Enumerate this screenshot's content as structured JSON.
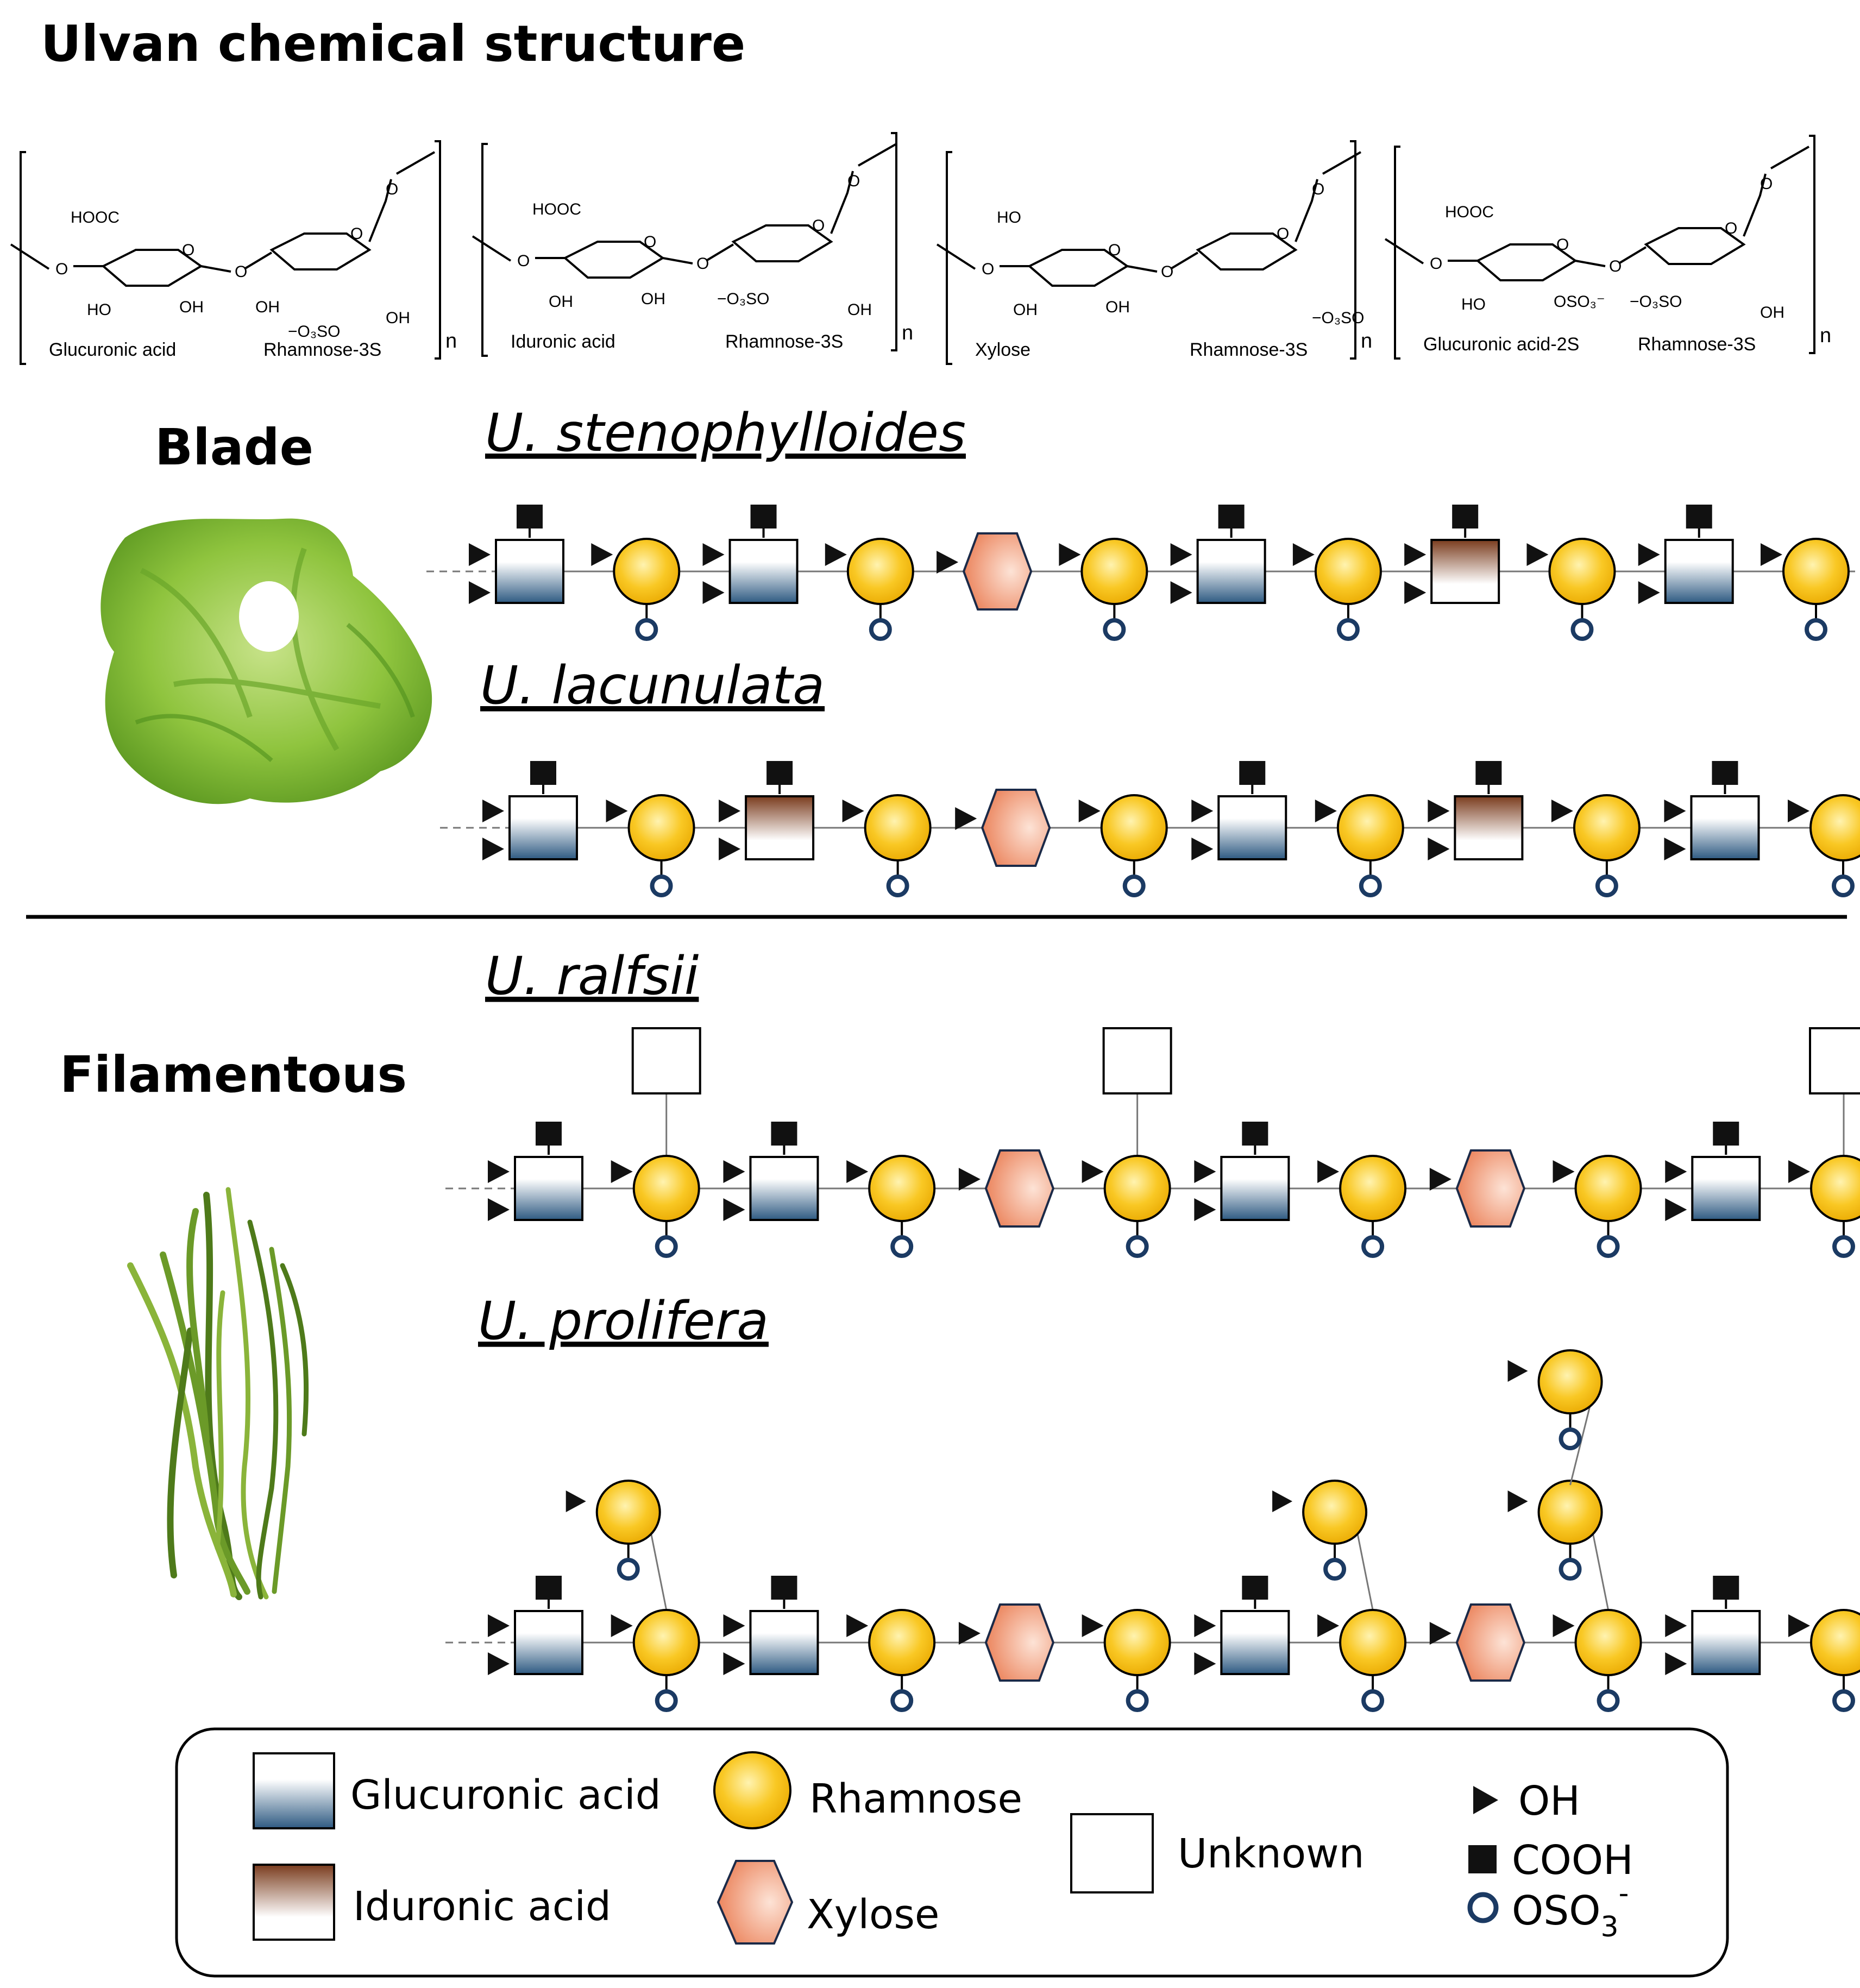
{
  "title": "Ulvan chemical structure",
  "chemical_units": [
    {
      "labels": [
        "Glucuronic acid",
        "Rhamnose-3S"
      ],
      "substituents": [
        "HOOC",
        "HO",
        "OH",
        "OH",
        "OH",
        "−O₃SO"
      ],
      "repeat": "n"
    },
    {
      "labels": [
        "Iduronic acid",
        "Rhamnose-3S"
      ],
      "substituents": [
        "HOOC",
        "OH",
        "OH",
        "OH",
        "−O₃SO"
      ],
      "repeat": "n"
    },
    {
      "labels": [
        "Xylose",
        "Rhamnose-3S"
      ],
      "substituents": [
        "HO",
        "OH",
        "OH",
        "−O₃SO"
      ],
      "repeat": "n"
    },
    {
      "labels": [
        "Glucuronic acid-2S",
        "Rhamnose-3S"
      ],
      "substituents": [
        "HOOC",
        "HO",
        "OSO₃⁻",
        "OH",
        "−O₃SO"
      ],
      "repeat": "n"
    }
  ],
  "groups": {
    "blade": "Blade",
    "filamentous": "Filamentous"
  },
  "species": [
    {
      "name": "U. stenophylloides",
      "chain": [
        "G",
        "R",
        "G",
        "R",
        "X",
        "R",
        "G",
        "R",
        "I",
        "R",
        "G",
        "R"
      ],
      "unknown_above": [],
      "branches": []
    },
    {
      "name": "U. lacunulata",
      "chain": [
        "G",
        "R",
        "I",
        "R",
        "X",
        "R",
        "G",
        "R",
        "I",
        "R",
        "G",
        "R"
      ],
      "unknown_above": [],
      "branches": []
    },
    {
      "name": "U. ralfsii",
      "chain": [
        "G",
        "R",
        "G",
        "R",
        "X",
        "R",
        "G",
        "R",
        "X",
        "R",
        "G",
        "R"
      ],
      "unknown_above": [
        1,
        5,
        11
      ],
      "branches": []
    },
    {
      "name": "U. prolifera",
      "chain": [
        "G",
        "R",
        "G",
        "R",
        "X",
        "R",
        "G",
        "R",
        "X",
        "R",
        "G",
        "R"
      ],
      "unknown_above": [],
      "branches": [
        {
          "at": 1,
          "depth": 1
        },
        {
          "at": 7,
          "depth": 1
        },
        {
          "at": 9,
          "depth": 2
        }
      ]
    }
  ],
  "legend": {
    "glucuronic": "Glucuronic acid",
    "iduronic": "Iduronic acid",
    "rhamnose": "Rhamnose",
    "xylose": "Xylose",
    "unknown": "Unknown",
    "oh": "OH",
    "cooh": "COOH",
    "oso3": "OSO",
    "oso3_sub": "3",
    "oso3_sup": "-"
  },
  "colors": {
    "glucuronic_top": "#ffffff",
    "glucuronic_bottom": "#2e5a82",
    "iduronic_top": "#7a3c1e",
    "iduronic_bottom": "#ffffff",
    "rhamnose_fill": "#f8c21a",
    "xylose_fill": "#e9825b",
    "sulfate_ring": "#1b3a63",
    "symbol_black": "#111111"
  }
}
